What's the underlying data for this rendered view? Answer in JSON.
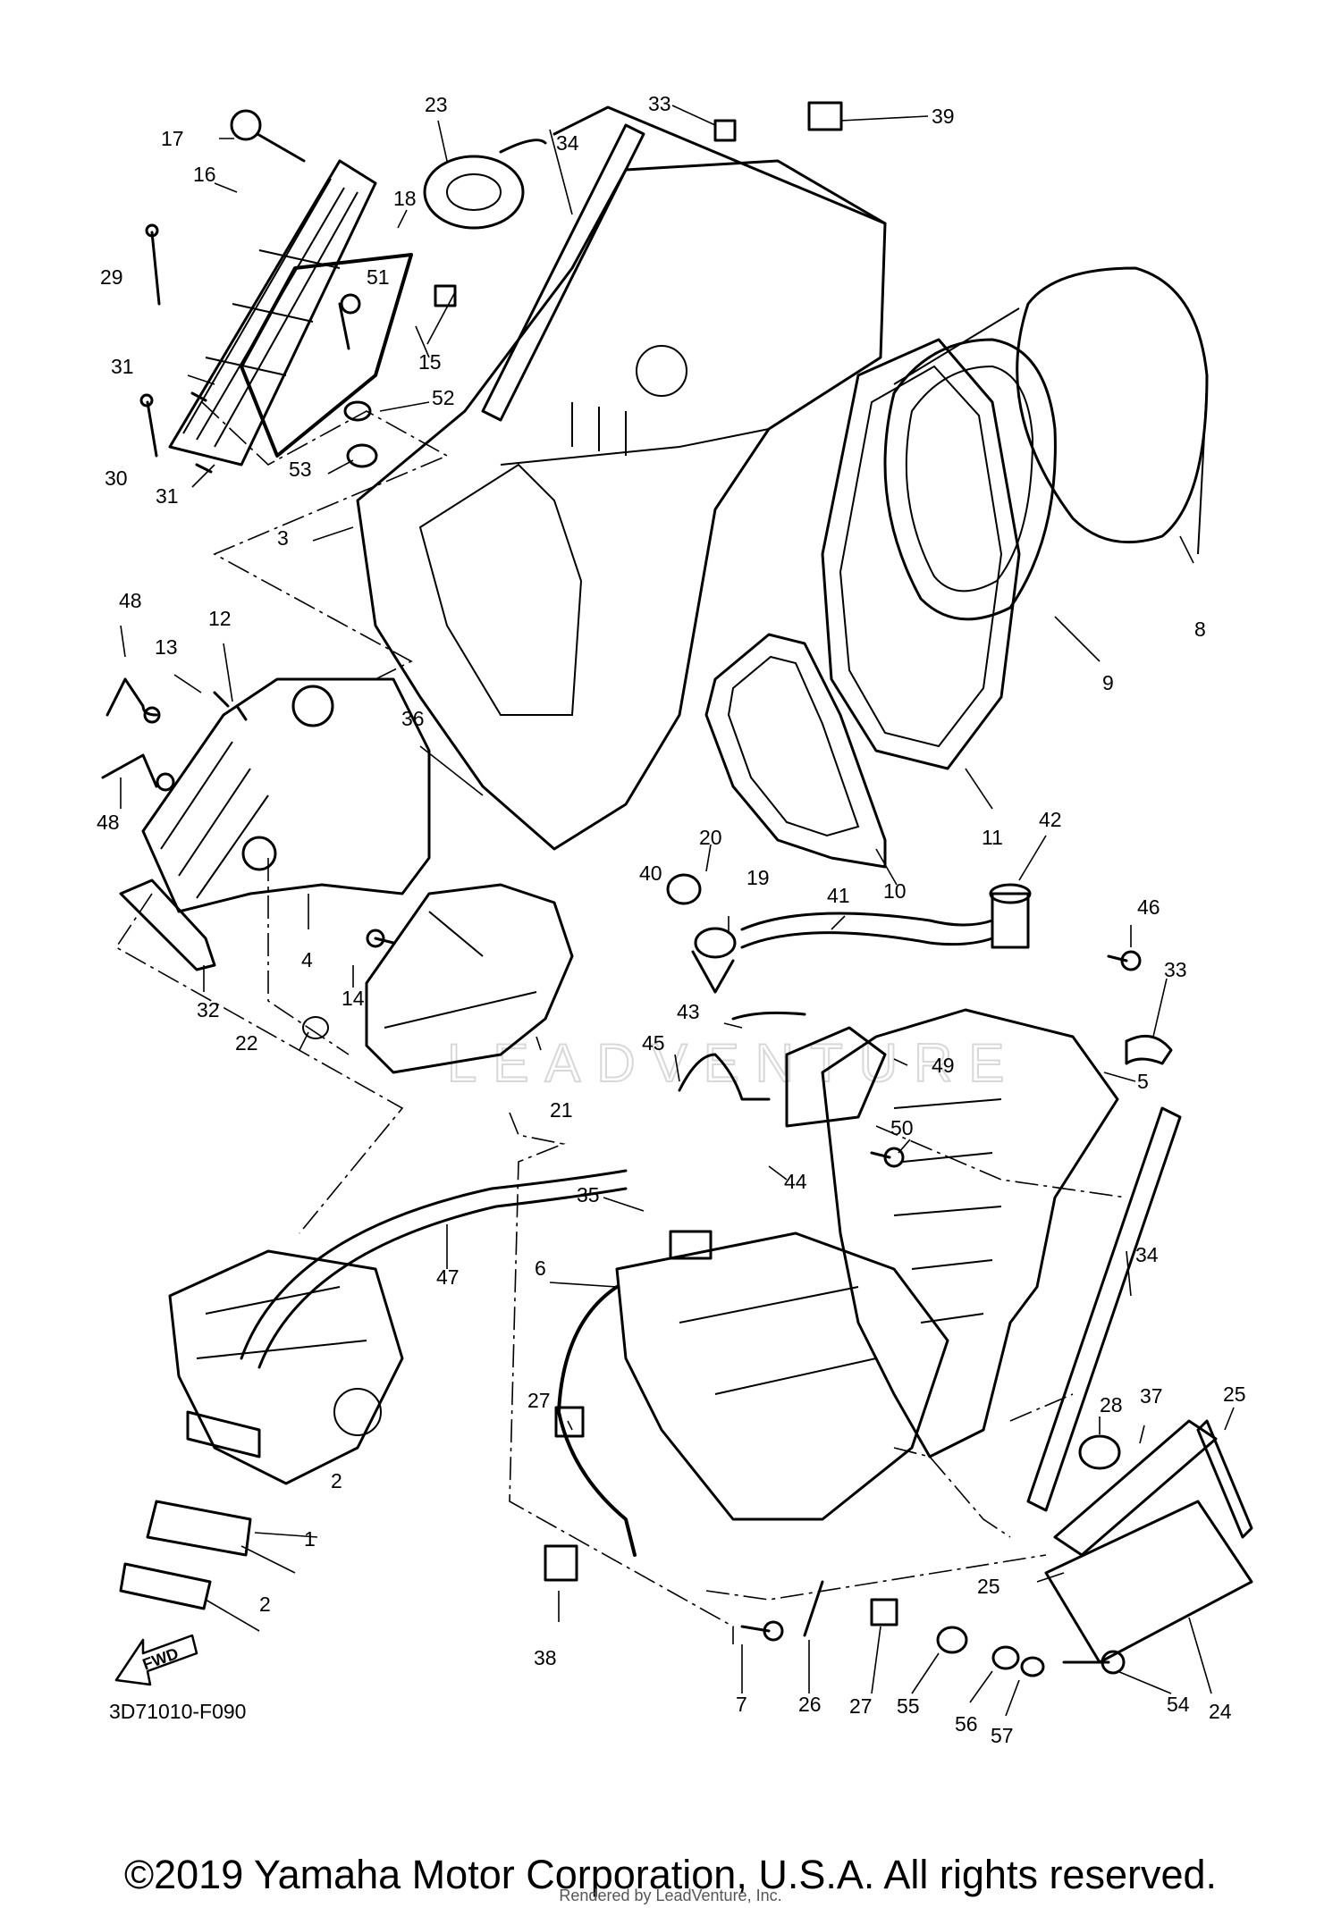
{
  "diagram": {
    "watermark": "LEADVENTURE",
    "code": "3D71010-F090",
    "fwd_label": "FWD",
    "copyright": "©2019 Yamaha Motor Corporation, U.S.A. All rights reserved.",
    "rendered_by": "Rendered by LeadVenture, Inc.",
    "callouts": [
      {
        "id": "c1",
        "text": "1"
      },
      {
        "id": "c2a",
        "text": "2"
      },
      {
        "id": "c2b",
        "text": "2"
      },
      {
        "id": "c3",
        "text": "3"
      },
      {
        "id": "c4",
        "text": "4"
      },
      {
        "id": "c5",
        "text": "5"
      },
      {
        "id": "c6",
        "text": "6"
      },
      {
        "id": "c7",
        "text": "7"
      },
      {
        "id": "c8",
        "text": "8"
      },
      {
        "id": "c9",
        "text": "9"
      },
      {
        "id": "c10",
        "text": "10"
      },
      {
        "id": "c11",
        "text": "11"
      },
      {
        "id": "c12",
        "text": "12"
      },
      {
        "id": "c13",
        "text": "13"
      },
      {
        "id": "c14",
        "text": "14"
      },
      {
        "id": "c15",
        "text": "15"
      },
      {
        "id": "c16",
        "text": "16"
      },
      {
        "id": "c17",
        "text": "17"
      },
      {
        "id": "c18",
        "text": "18"
      },
      {
        "id": "c19",
        "text": "19"
      },
      {
        "id": "c20",
        "text": "20"
      },
      {
        "id": "c21",
        "text": "21"
      },
      {
        "id": "c22",
        "text": "22"
      },
      {
        "id": "c23",
        "text": "23"
      },
      {
        "id": "c24",
        "text": "24"
      },
      {
        "id": "c25a",
        "text": "25"
      },
      {
        "id": "c25b",
        "text": "25"
      },
      {
        "id": "c26",
        "text": "26"
      },
      {
        "id": "c27a",
        "text": "27"
      },
      {
        "id": "c27b",
        "text": "27"
      },
      {
        "id": "c28",
        "text": "28"
      },
      {
        "id": "c29",
        "text": "29"
      },
      {
        "id": "c30",
        "text": "30"
      },
      {
        "id": "c31a",
        "text": "31"
      },
      {
        "id": "c31b",
        "text": "31"
      },
      {
        "id": "c32",
        "text": "32"
      },
      {
        "id": "c33a",
        "text": "33"
      },
      {
        "id": "c33b",
        "text": "33"
      },
      {
        "id": "c34a",
        "text": "34"
      },
      {
        "id": "c34b",
        "text": "34"
      },
      {
        "id": "c35",
        "text": "35"
      },
      {
        "id": "c36",
        "text": "36"
      },
      {
        "id": "c37",
        "text": "37"
      },
      {
        "id": "c38",
        "text": "38"
      },
      {
        "id": "c39",
        "text": "39"
      },
      {
        "id": "c40",
        "text": "40"
      },
      {
        "id": "c41",
        "text": "41"
      },
      {
        "id": "c42",
        "text": "42"
      },
      {
        "id": "c43",
        "text": "43"
      },
      {
        "id": "c44",
        "text": "44"
      },
      {
        "id": "c45",
        "text": "45"
      },
      {
        "id": "c46",
        "text": "46"
      },
      {
        "id": "c47",
        "text": "47"
      },
      {
        "id": "c48a",
        "text": "48"
      },
      {
        "id": "c48b",
        "text": "48"
      },
      {
        "id": "c49",
        "text": "49"
      },
      {
        "id": "c50",
        "text": "50"
      },
      {
        "id": "c51",
        "text": "51"
      },
      {
        "id": "c52",
        "text": "52"
      },
      {
        "id": "c53",
        "text": "53"
      },
      {
        "id": "c54",
        "text": "54"
      },
      {
        "id": "c55",
        "text": "55"
      },
      {
        "id": "c56",
        "text": "56"
      },
      {
        "id": "c57",
        "text": "57"
      }
    ]
  }
}
